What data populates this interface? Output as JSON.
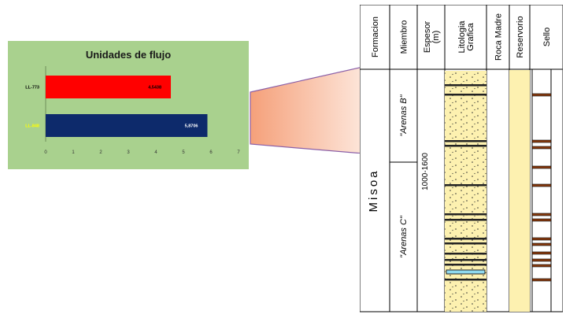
{
  "chart_data": {
    "type": "bar",
    "orientation": "horizontal",
    "title": "Unidades de flujo",
    "categories": [
      "LL-773",
      "LL-848"
    ],
    "values": [
      4.5438,
      5.8706
    ],
    "value_labels": [
      "4,5438",
      "5,8706"
    ],
    "bar_colors": [
      "#ff0000",
      "#0d2a6b"
    ],
    "category_label_colors": [
      "#000000",
      "#ffff00"
    ],
    "value_label_colors": [
      "#000000",
      "#ffffff"
    ],
    "xlim": [
      0,
      7
    ],
    "xticks": [
      "0",
      "1",
      "2",
      "3",
      "4",
      "5",
      "6",
      "7"
    ],
    "grid": false,
    "background": "#a9d18e"
  },
  "column": {
    "headers": [
      "Formacion",
      "Miembro",
      "Espesor (m)",
      "Litologia Grafica",
      "Roca Madre",
      "Reservorio",
      "Sello"
    ],
    "formation": "Misoa",
    "members": [
      "\"Arenas B\"",
      "\"Arenas C\""
    ],
    "thickness": "1000-1600",
    "colors": {
      "sand": "#fdf1b0",
      "reservoir": "#fdf1b0",
      "shale_band": "#222222",
      "water_band": "#8fd9ef",
      "funnel": "#f4a483"
    }
  }
}
